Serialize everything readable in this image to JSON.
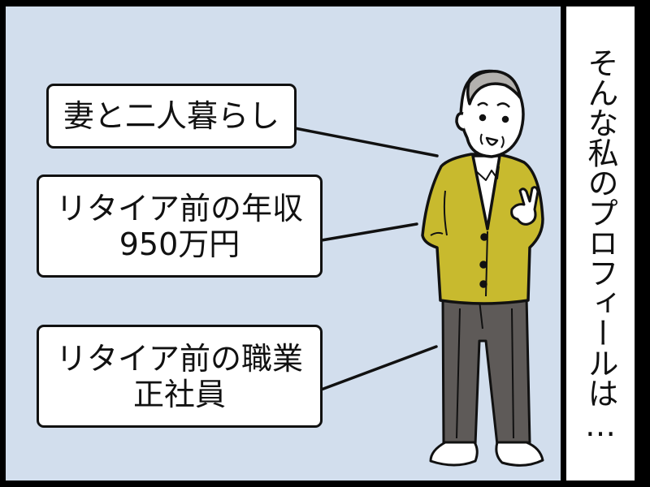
{
  "panel": {
    "background_color": "#d2deed",
    "labels": [
      {
        "lines": [
          "妻と二人暮らし"
        ]
      },
      {
        "lines": [
          "リタイア前の年収",
          "950万円"
        ]
      },
      {
        "lines": [
          "リタイア前の職業",
          "正社員"
        ]
      }
    ],
    "character": {
      "description": "elderly man with gray hair, mustard cardigan, white collared shirt, gray trousers, white shoes, making a peace sign",
      "cardigan_color": "#c8ba2e",
      "pants_color": "#5e5a58",
      "hair_color": "#b3b1ae"
    }
  },
  "narration": {
    "text": "そんな私のプロフィールは…"
  }
}
